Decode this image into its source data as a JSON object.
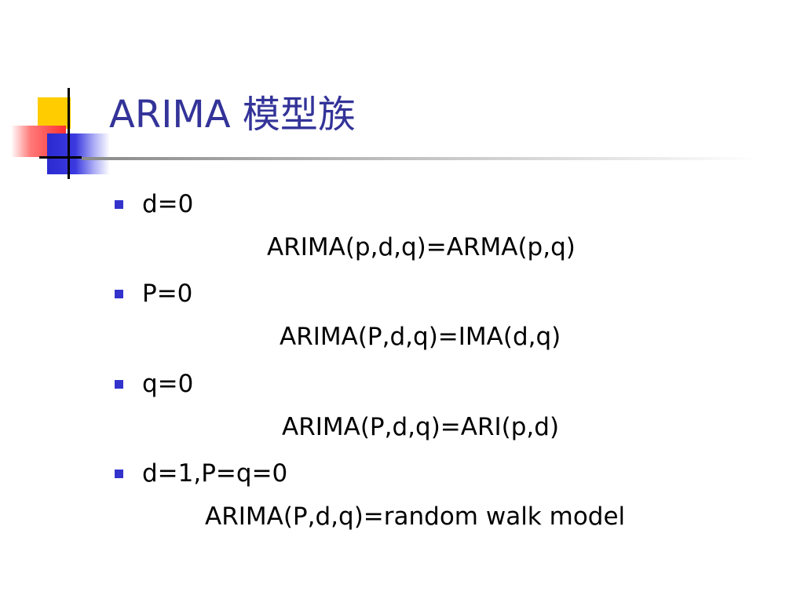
{
  "slide": {
    "title": "ARIMA 模型族",
    "items": [
      {
        "label": "d=0",
        "formula": "ARIMA(p,d,q)=ARMA(p,q)"
      },
      {
        "label": "P=0",
        "formula": "ARIMA(P,d,q)=IMA(d,q)"
      },
      {
        "label": "q=0",
        "formula": "ARIMA(P,d,q)=ARI(p,d)"
      },
      {
        "label": "d=1,P=q=0",
        "formula": "ARIMA(P,d,q)=random walk model"
      }
    ]
  },
  "colors": {
    "title": "#333399",
    "bullet": "#3333cc",
    "text": "#000000",
    "logo_yellow": "#ffcc00",
    "logo_red": "#ff3030",
    "logo_blue": "#2a2ad0"
  }
}
